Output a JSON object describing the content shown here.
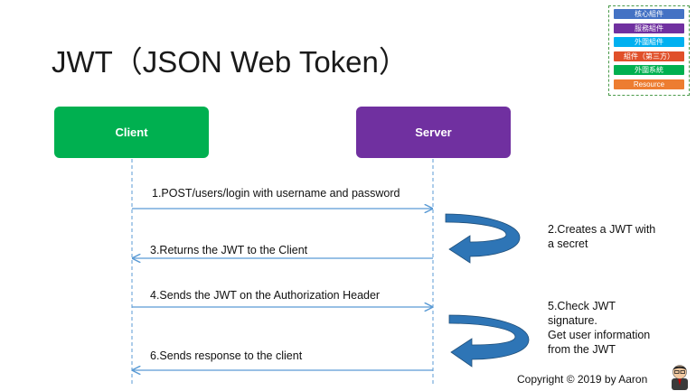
{
  "title": "JWT（JSON Web Token）",
  "actors": {
    "client": "Client",
    "server": "Server"
  },
  "messages": [
    "1.POST/users/login with username and password",
    "3.Returns the JWT to the Client",
    "4.Sends the JWT on the Authorization Header",
    "6.Sends response to the client"
  ],
  "notes": {
    "step2": [
      "2.Creates a JWT with",
      "a secret"
    ],
    "step5": [
      "5.Check JWT",
      "signature.",
      "Get user information",
      "from the JWT"
    ]
  },
  "legend": [
    {
      "label": "核心組件",
      "color": "#4472C4"
    },
    {
      "label": "服務組件",
      "color": "#7030A0"
    },
    {
      "label": "外圍組件",
      "color": "#00B0F0"
    },
    {
      "label": "組件（第三方）",
      "color": "#E0502A"
    },
    {
      "label": "外圍系統",
      "color": "#00B050"
    },
    {
      "label": "Resource",
      "color": "#ED7D31"
    }
  ],
  "colors": {
    "arrow": "#5B9BD5",
    "curved_arrow": "#2E75B6",
    "client": "#00B050",
    "server": "#7030A0"
  },
  "copyright": "Copyright © 2019 by Aaron"
}
